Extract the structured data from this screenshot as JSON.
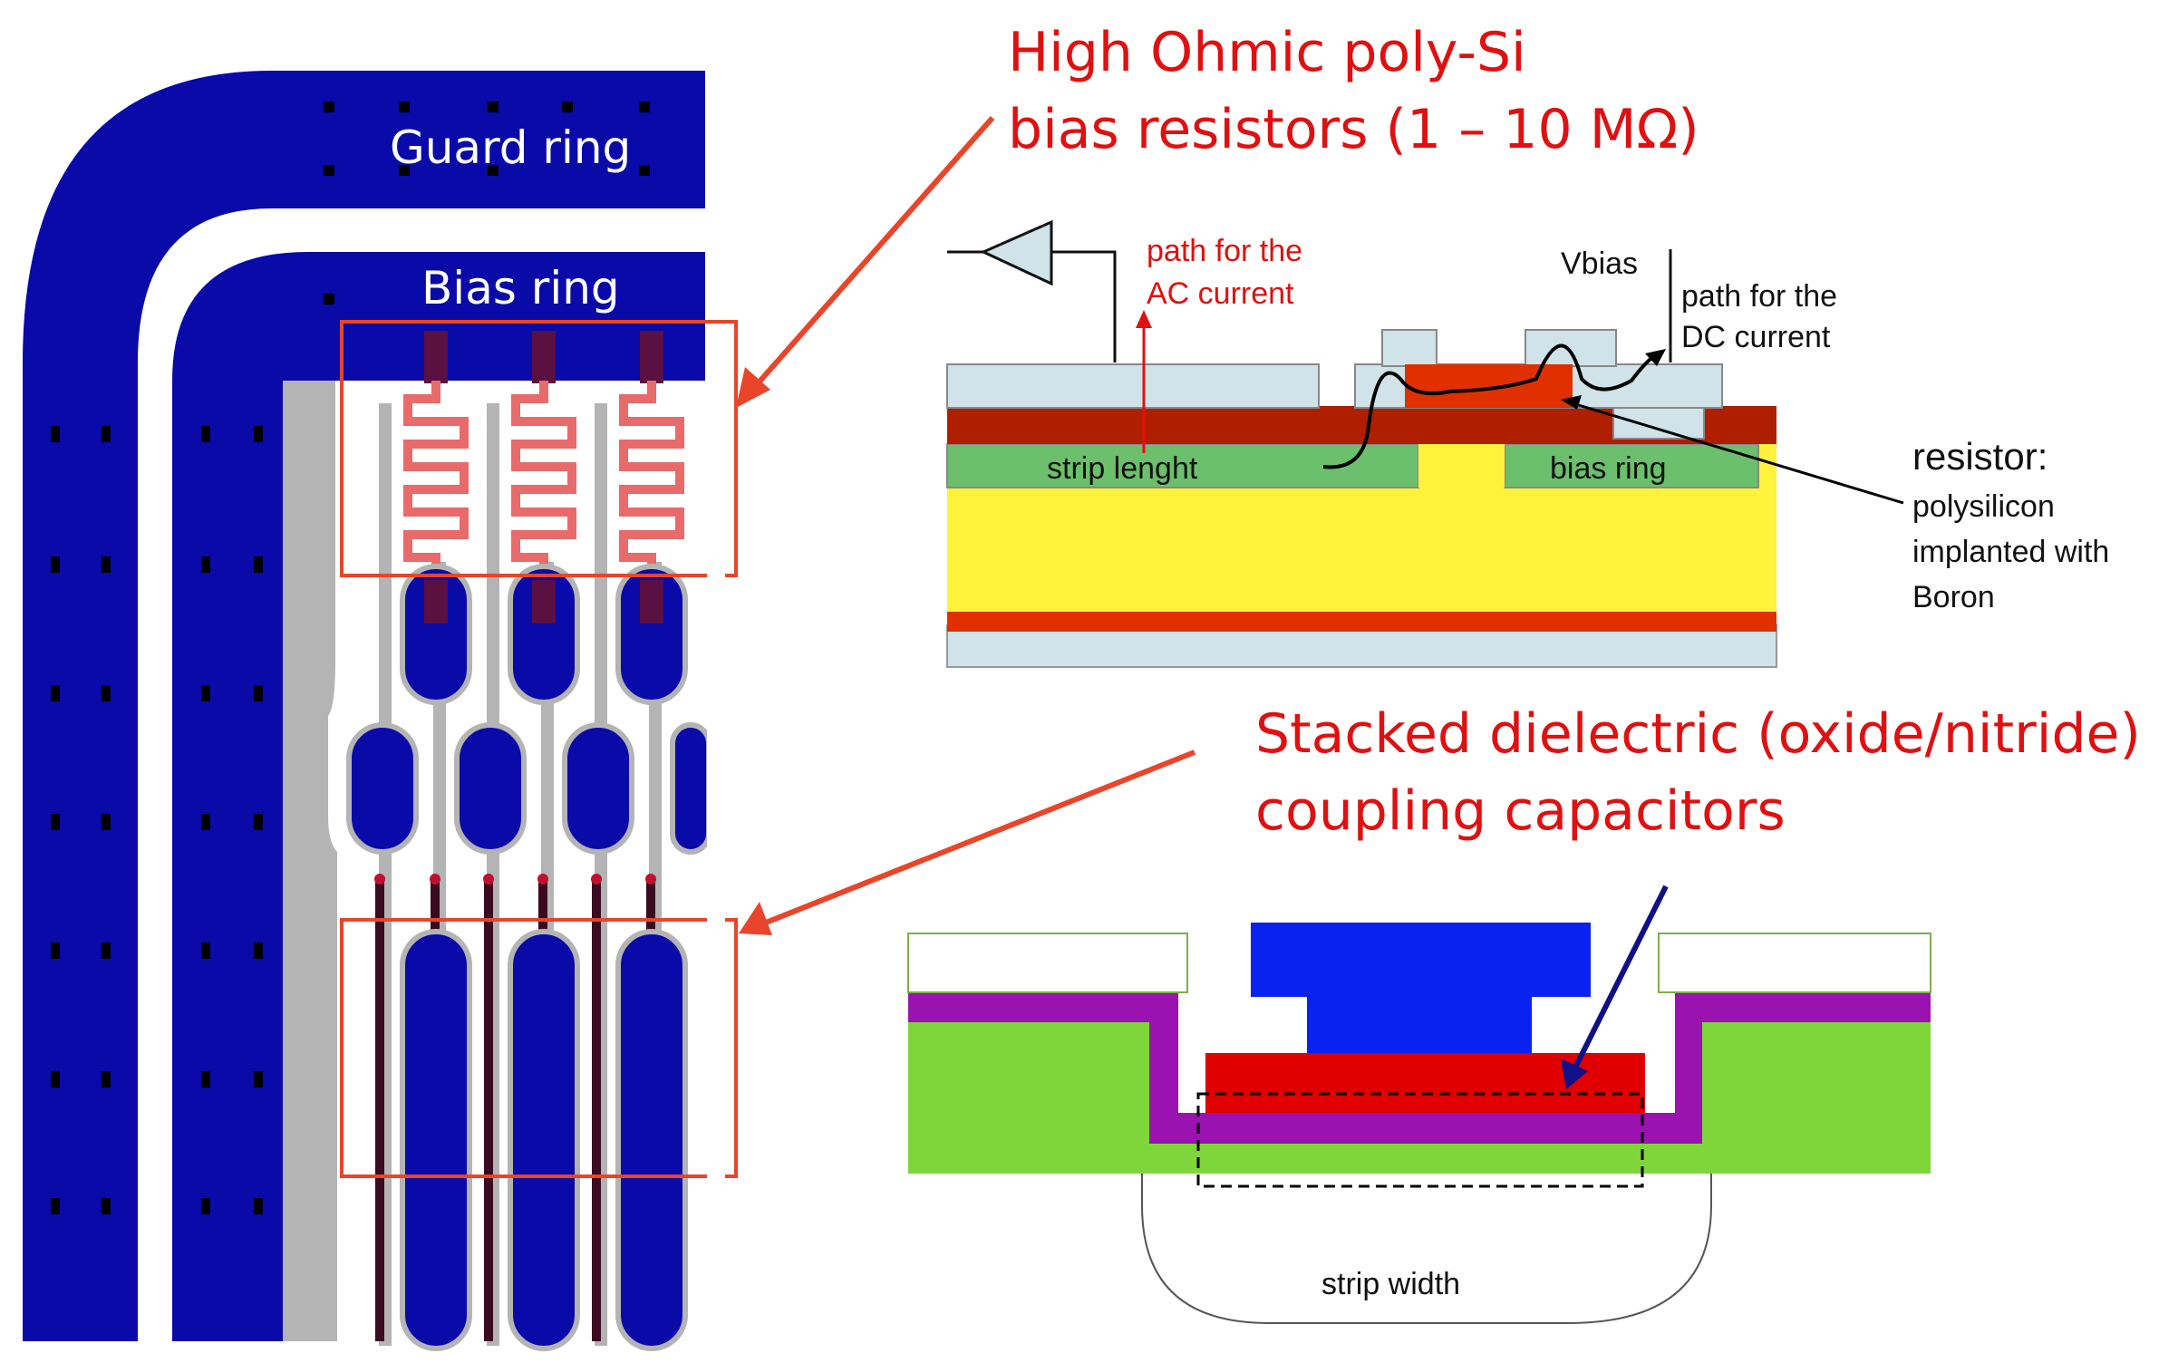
{
  "colors": {
    "ring_blue": "#0a0aa8",
    "strip_grey": "#b4b4b4",
    "resistor_pink": "#e86a6a",
    "annotation_red": "#e01010",
    "highlight_box": "#e8452a",
    "oxide_lightblue": "#cfe3e8",
    "polysilicon_red": "#e03000",
    "dark_red_layer": "#b01e00",
    "implant_green": "#6cbf6c",
    "bulk_yellow": "#fff23a",
    "metal_blue": "#0a22f0",
    "dielectric_red": "#e00000",
    "nitride_purple": "#9a12b0",
    "substrate_green": "#7fd63a",
    "pointer_navy": "#101088"
  },
  "layout_view": {
    "guard_ring_label": "Guard ring",
    "bias_ring_label": "Bias ring"
  },
  "annotations": {
    "resistors_line1": "High Ohmic poly-Si",
    "resistors_line2": "bias resistors (1 – 10 MΩ)",
    "capacitors_line1": "Stacked dielectric (oxide/nitride)",
    "capacitors_line2": "coupling capacitors"
  },
  "resistor_cross_section": {
    "ac_path_line1": "path for the",
    "ac_path_line2": "AC current",
    "vbias_label": "Vbias",
    "dc_path_line1": "path for the",
    "dc_path_line2": "DC current",
    "strip_label": "strip lenght",
    "bias_ring_label": "bias ring",
    "resistor_title": "resistor:",
    "resistor_line1": "polysilicon",
    "resistor_line2": "implanted with",
    "resistor_line3": "Boron"
  },
  "capacitor_cross_section": {
    "strip_width_label": "strip width"
  }
}
